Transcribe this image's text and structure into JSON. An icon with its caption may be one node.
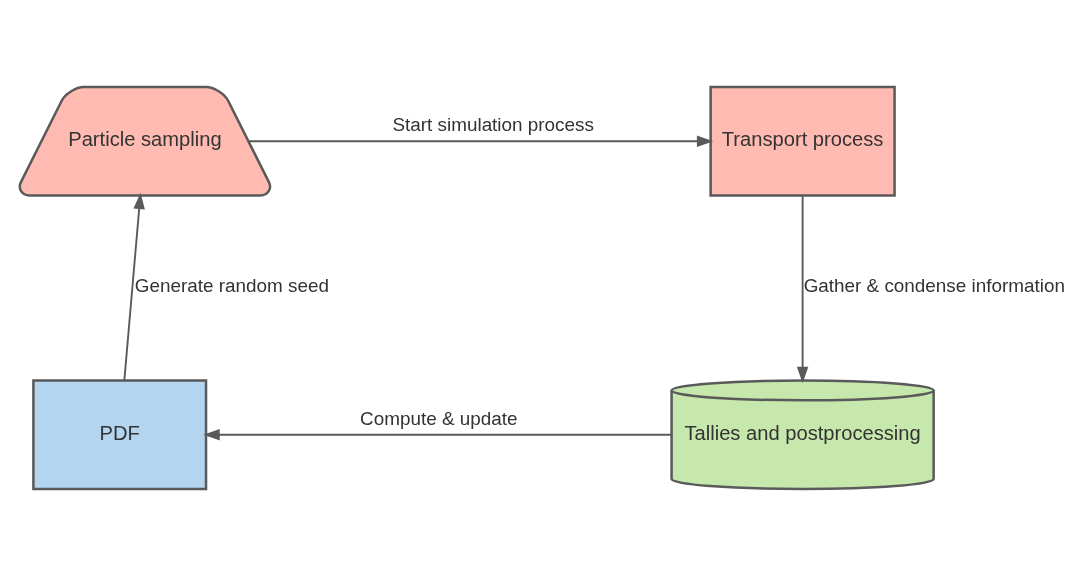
{
  "diagram": {
    "nodes": [
      {
        "text": [
          "Particle sampling"
        ]
      },
      {
        "text": [
          "Transport process"
        ]
      },
      {
        "text": [
          "Tallies and postprocessing"
        ]
      },
      {
        "text": [
          "PDF"
        ]
      }
    ],
    "edges": [
      {
        "from": 0,
        "to": 1,
        "arrow": "to",
        "label": "Start simulation process"
      },
      {
        "from": 1,
        "to": 2,
        "arrow": "to",
        "label": "Gather & condense information"
      },
      {
        "from": 2,
        "to": 3,
        "arrow": "to",
        "label": "Compute & update"
      },
      {
        "from": 3,
        "to": 0,
        "arrow": "to",
        "label": "Generate random seed"
      }
    ]
  }
}
